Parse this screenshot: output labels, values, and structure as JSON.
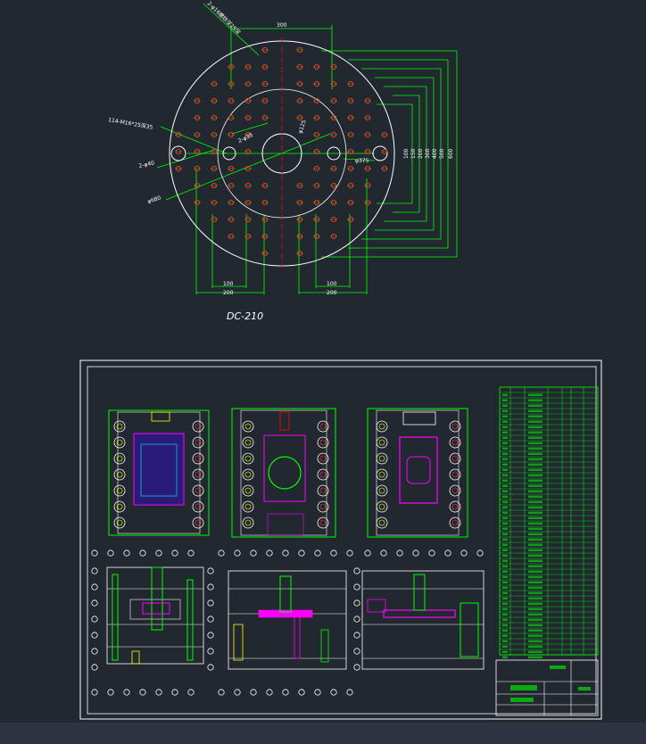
{
  "plate_caption": "DC-210",
  "dims": {
    "top_width": "300",
    "bottom_left_inner": "100",
    "bottom_left_outer": "200",
    "bottom_right_inner": "100",
    "bottom_right_outer": "200",
    "right_stack": [
      "100",
      "150",
      "200",
      "300",
      "400",
      "500",
      "600"
    ]
  },
  "callouts": {
    "thread_holes": "114-M16*25深35",
    "ejector_holes": "2-φ40",
    "outer_diameter": "φ680",
    "loc_diameter": "φ125",
    "center_holes": "2-φ35",
    "pitch_circle": "φ375",
    "rotated_top": "2-φ16螺纹深25深"
  },
  "colors": {
    "background": "#212830",
    "frame": "#ffffff",
    "dimension": "#00ff00",
    "hole": "#ff2a2a",
    "center_line": "#ff0000",
    "magenta": "#ff00ff",
    "blue": "#0000ff",
    "yellow": "#ffff00",
    "cyan": "#00ffff"
  }
}
